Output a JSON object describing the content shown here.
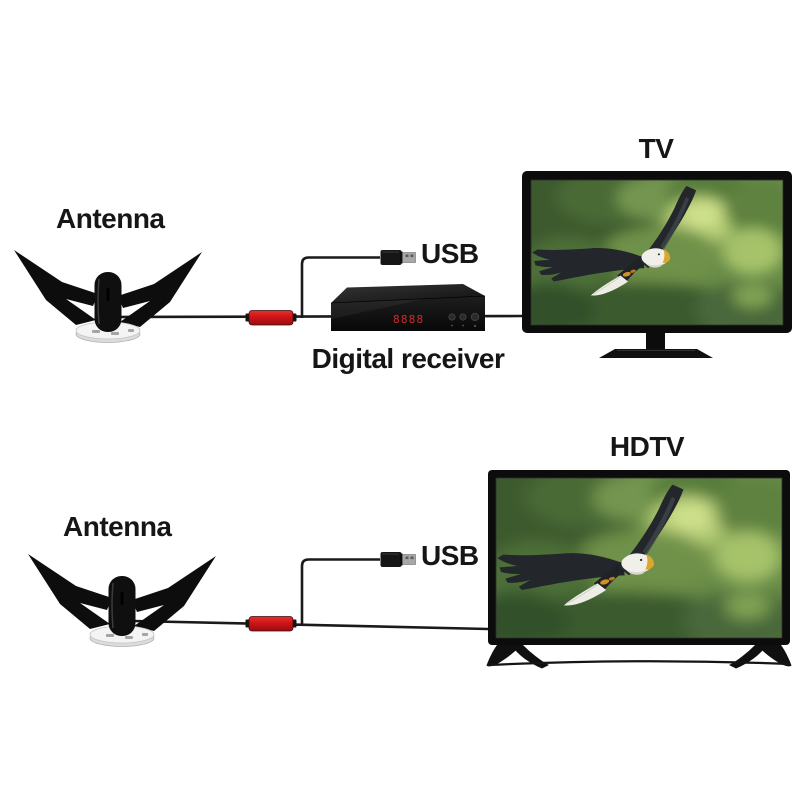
{
  "image": {
    "type": "antenna-connection-diagram",
    "background_color": "#ffffff"
  },
  "top_diagram": {
    "antenna_label": "Antenna",
    "usb_label": "USB",
    "receiver_label": "Digital receiver",
    "receiver_display": "8888",
    "screen_label": "TV"
  },
  "bottom_diagram": {
    "antenna_label": "Antenna",
    "usb_label": "USB",
    "screen_label": "HDTV"
  },
  "colors": {
    "cable_black": "#1a1a1a",
    "amplifier_red": "#cf1418",
    "led_red": "#cf2b2b",
    "bezel_black": "#0c0c0c",
    "usb_metal": "#a8a8a8",
    "screen_green": "#688b47"
  },
  "icons": {
    "antenna": "winged-antenna-icon",
    "usb": "usb-plug-icon",
    "amplifier": "inline-amplifier-icon",
    "receiver": "set-top-box-icon",
    "screen_image": "bald-eagle-flying-over-green-forest"
  }
}
